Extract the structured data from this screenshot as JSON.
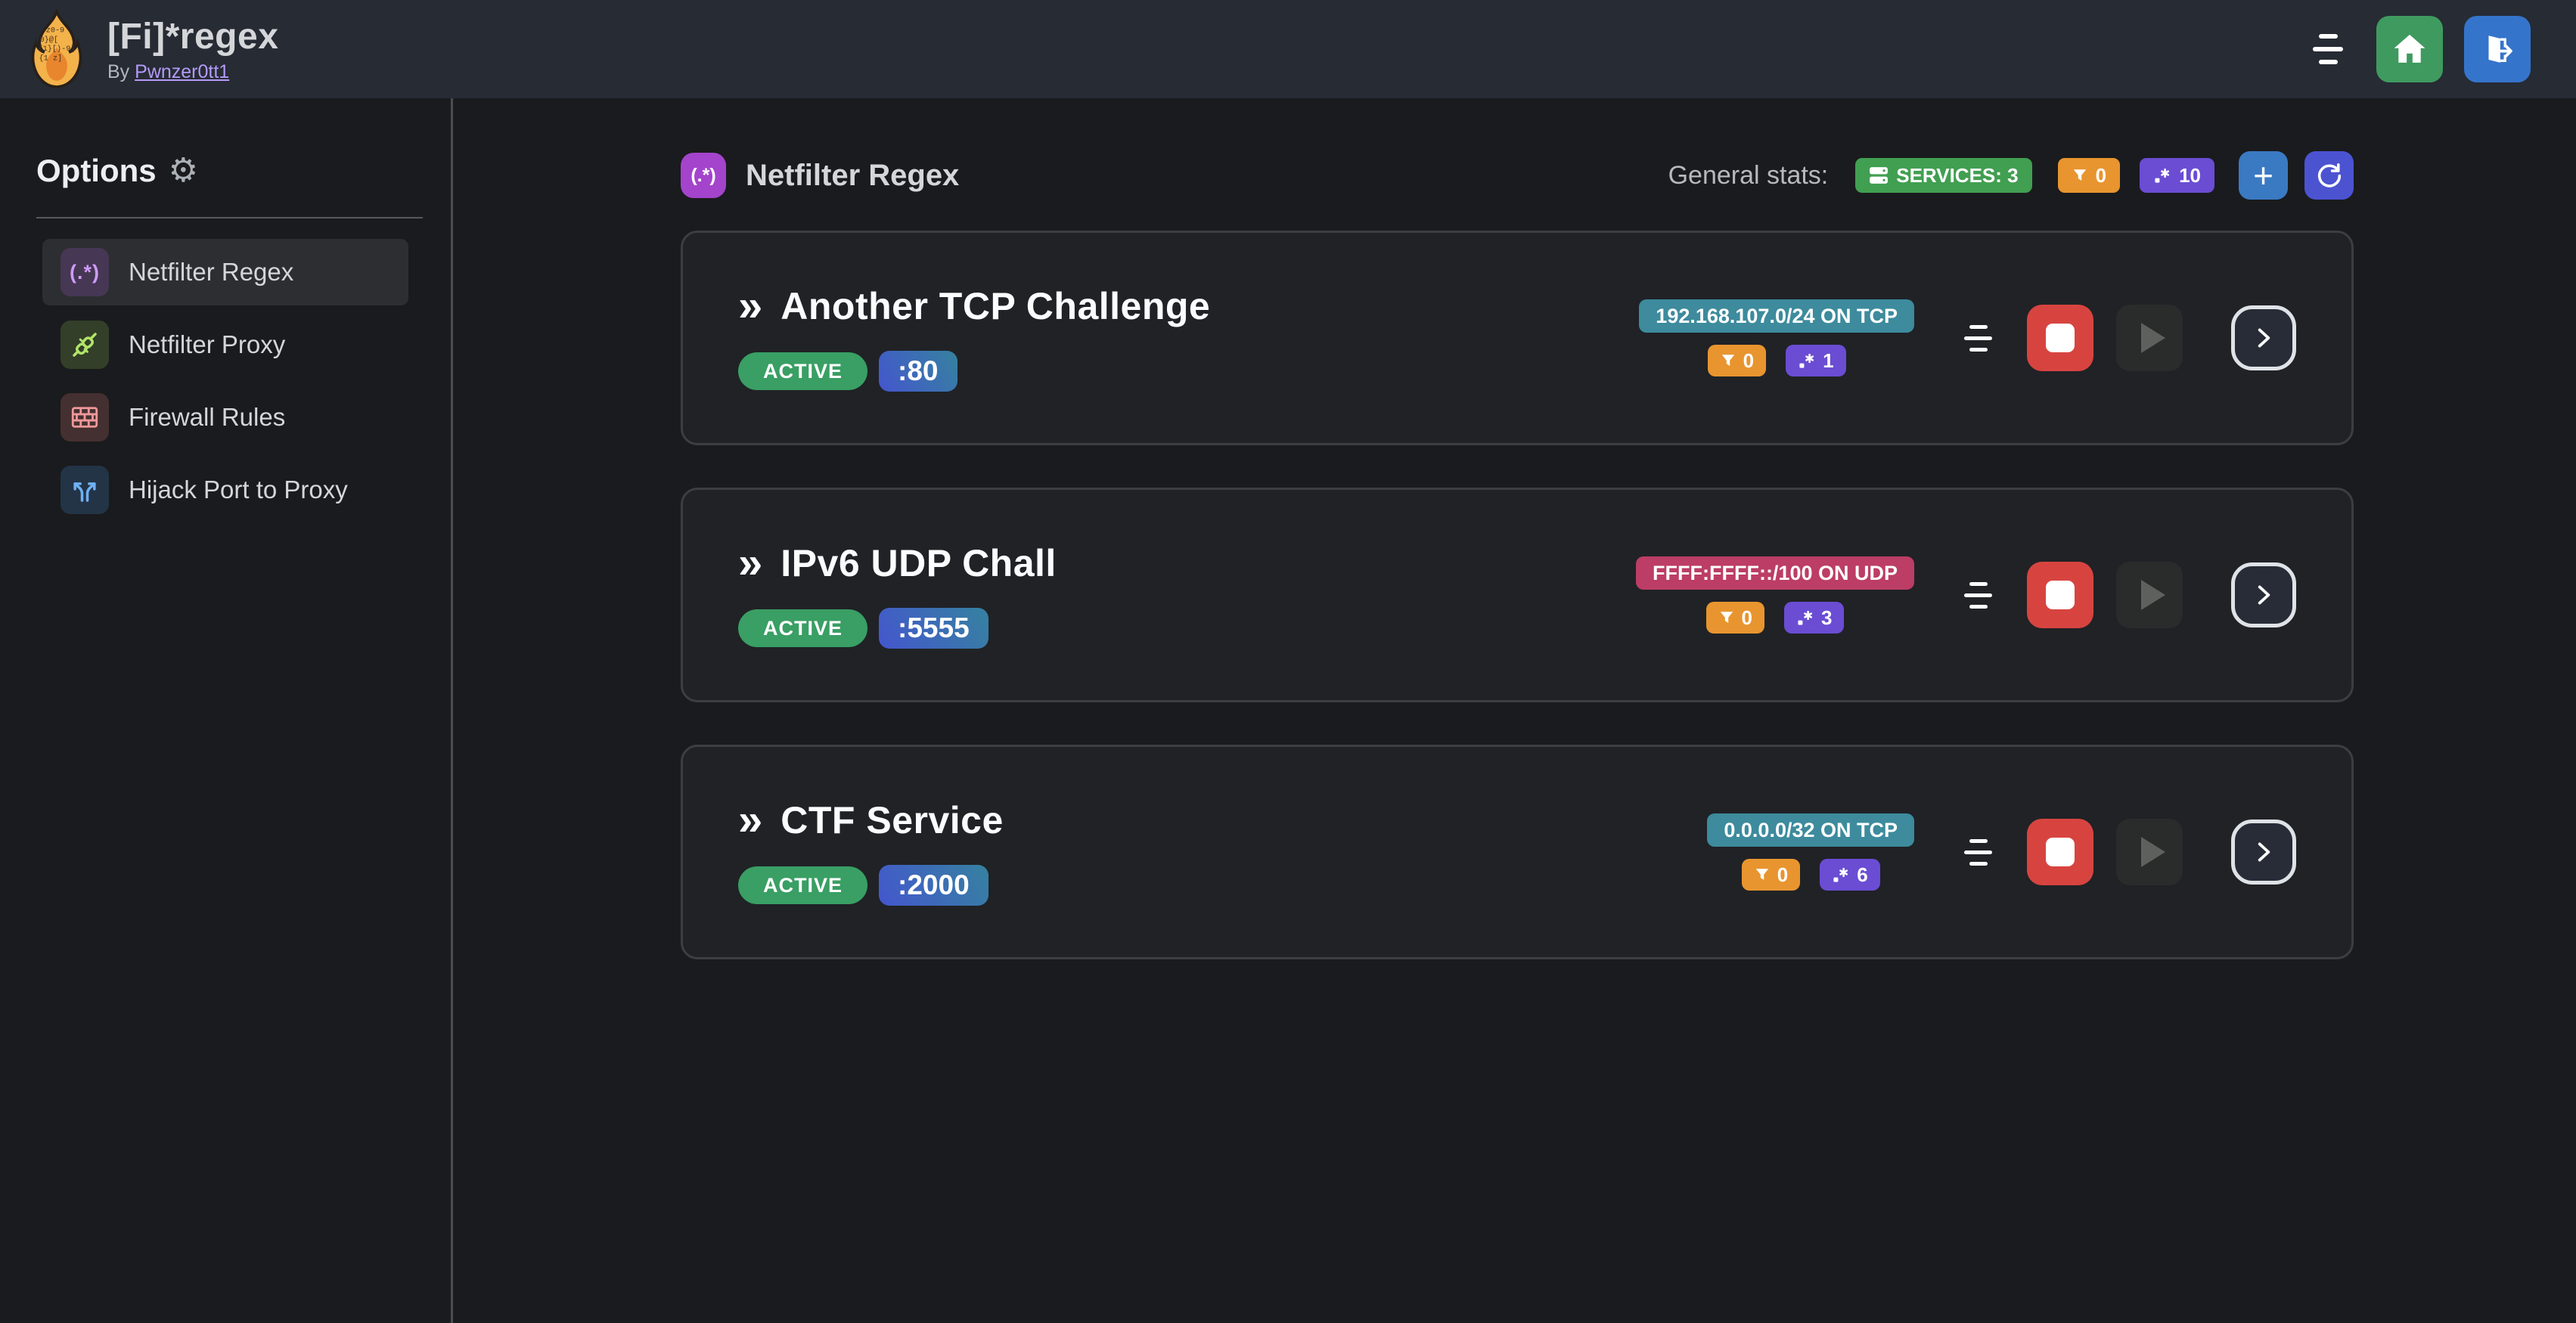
{
  "app": {
    "title": "[Fi]*regex",
    "byline_prefix": "By",
    "author": "Pwnzer0tt1"
  },
  "icons": {
    "gear": "⚙",
    "chevrons": "»",
    "regex_paren": "(.*)",
    "plus": "+"
  },
  "sidebar": {
    "title": "Options",
    "items": [
      {
        "id": "netfilter-regex",
        "label": "Netfilter Regex",
        "icon": "regex",
        "active": true
      },
      {
        "id": "netfilter-proxy",
        "label": "Netfilter Proxy",
        "icon": "proxy",
        "active": false
      },
      {
        "id": "firewall-rules",
        "label": "Firewall Rules",
        "icon": "firewall",
        "active": false
      },
      {
        "id": "hijack-port-to-proxy",
        "label": "Hijack Port to Proxy",
        "icon": "hijack",
        "active": false
      }
    ]
  },
  "main": {
    "page_title": "Netfilter Regex",
    "stats_label": "General stats:",
    "stats": {
      "services": "SERVICES: 3",
      "filters": "0",
      "regexes": "10"
    }
  },
  "services": [
    {
      "name": "Another TCP Challenge",
      "status": "ACTIVE",
      "port": ":80",
      "cidr": "192.168.107.0/24 ON TCP",
      "cidr_color": "#3d8b9d",
      "filters": "0",
      "regexes": "1"
    },
    {
      "name": "IPv6 UDP Chall",
      "status": "ACTIVE",
      "port": ":5555",
      "cidr": "FFFF:FFFF::/100 ON UDP",
      "cidr_color": "#bc3d66",
      "filters": "0",
      "regexes": "3"
    },
    {
      "name": "CTF Service",
      "status": "ACTIVE",
      "port": ":2000",
      "cidr": "0.0.0.0/32 ON TCP",
      "cidr_color": "#3d8b9d",
      "filters": "0",
      "regexes": "6"
    }
  ],
  "colors": {
    "header_bg": "#262b34",
    "body_bg": "#1a1b1e",
    "card_bg": "#202226",
    "card_border": "#3b3e43",
    "accent_green": "#419f51",
    "accent_orange": "#e8952f",
    "accent_violet": "#6a4dd3",
    "active_green": "#399f64",
    "stop_red": "#d74440",
    "home_green": "#3f9a5f",
    "logout_blue": "#3574cb",
    "plus_blue": "#3a7ac3",
    "refresh_indigo": "#4b53d1",
    "teal_badge": "#3d8b9d",
    "magenta_badge": "#bc3d66",
    "link_purple": "#b49af7"
  }
}
